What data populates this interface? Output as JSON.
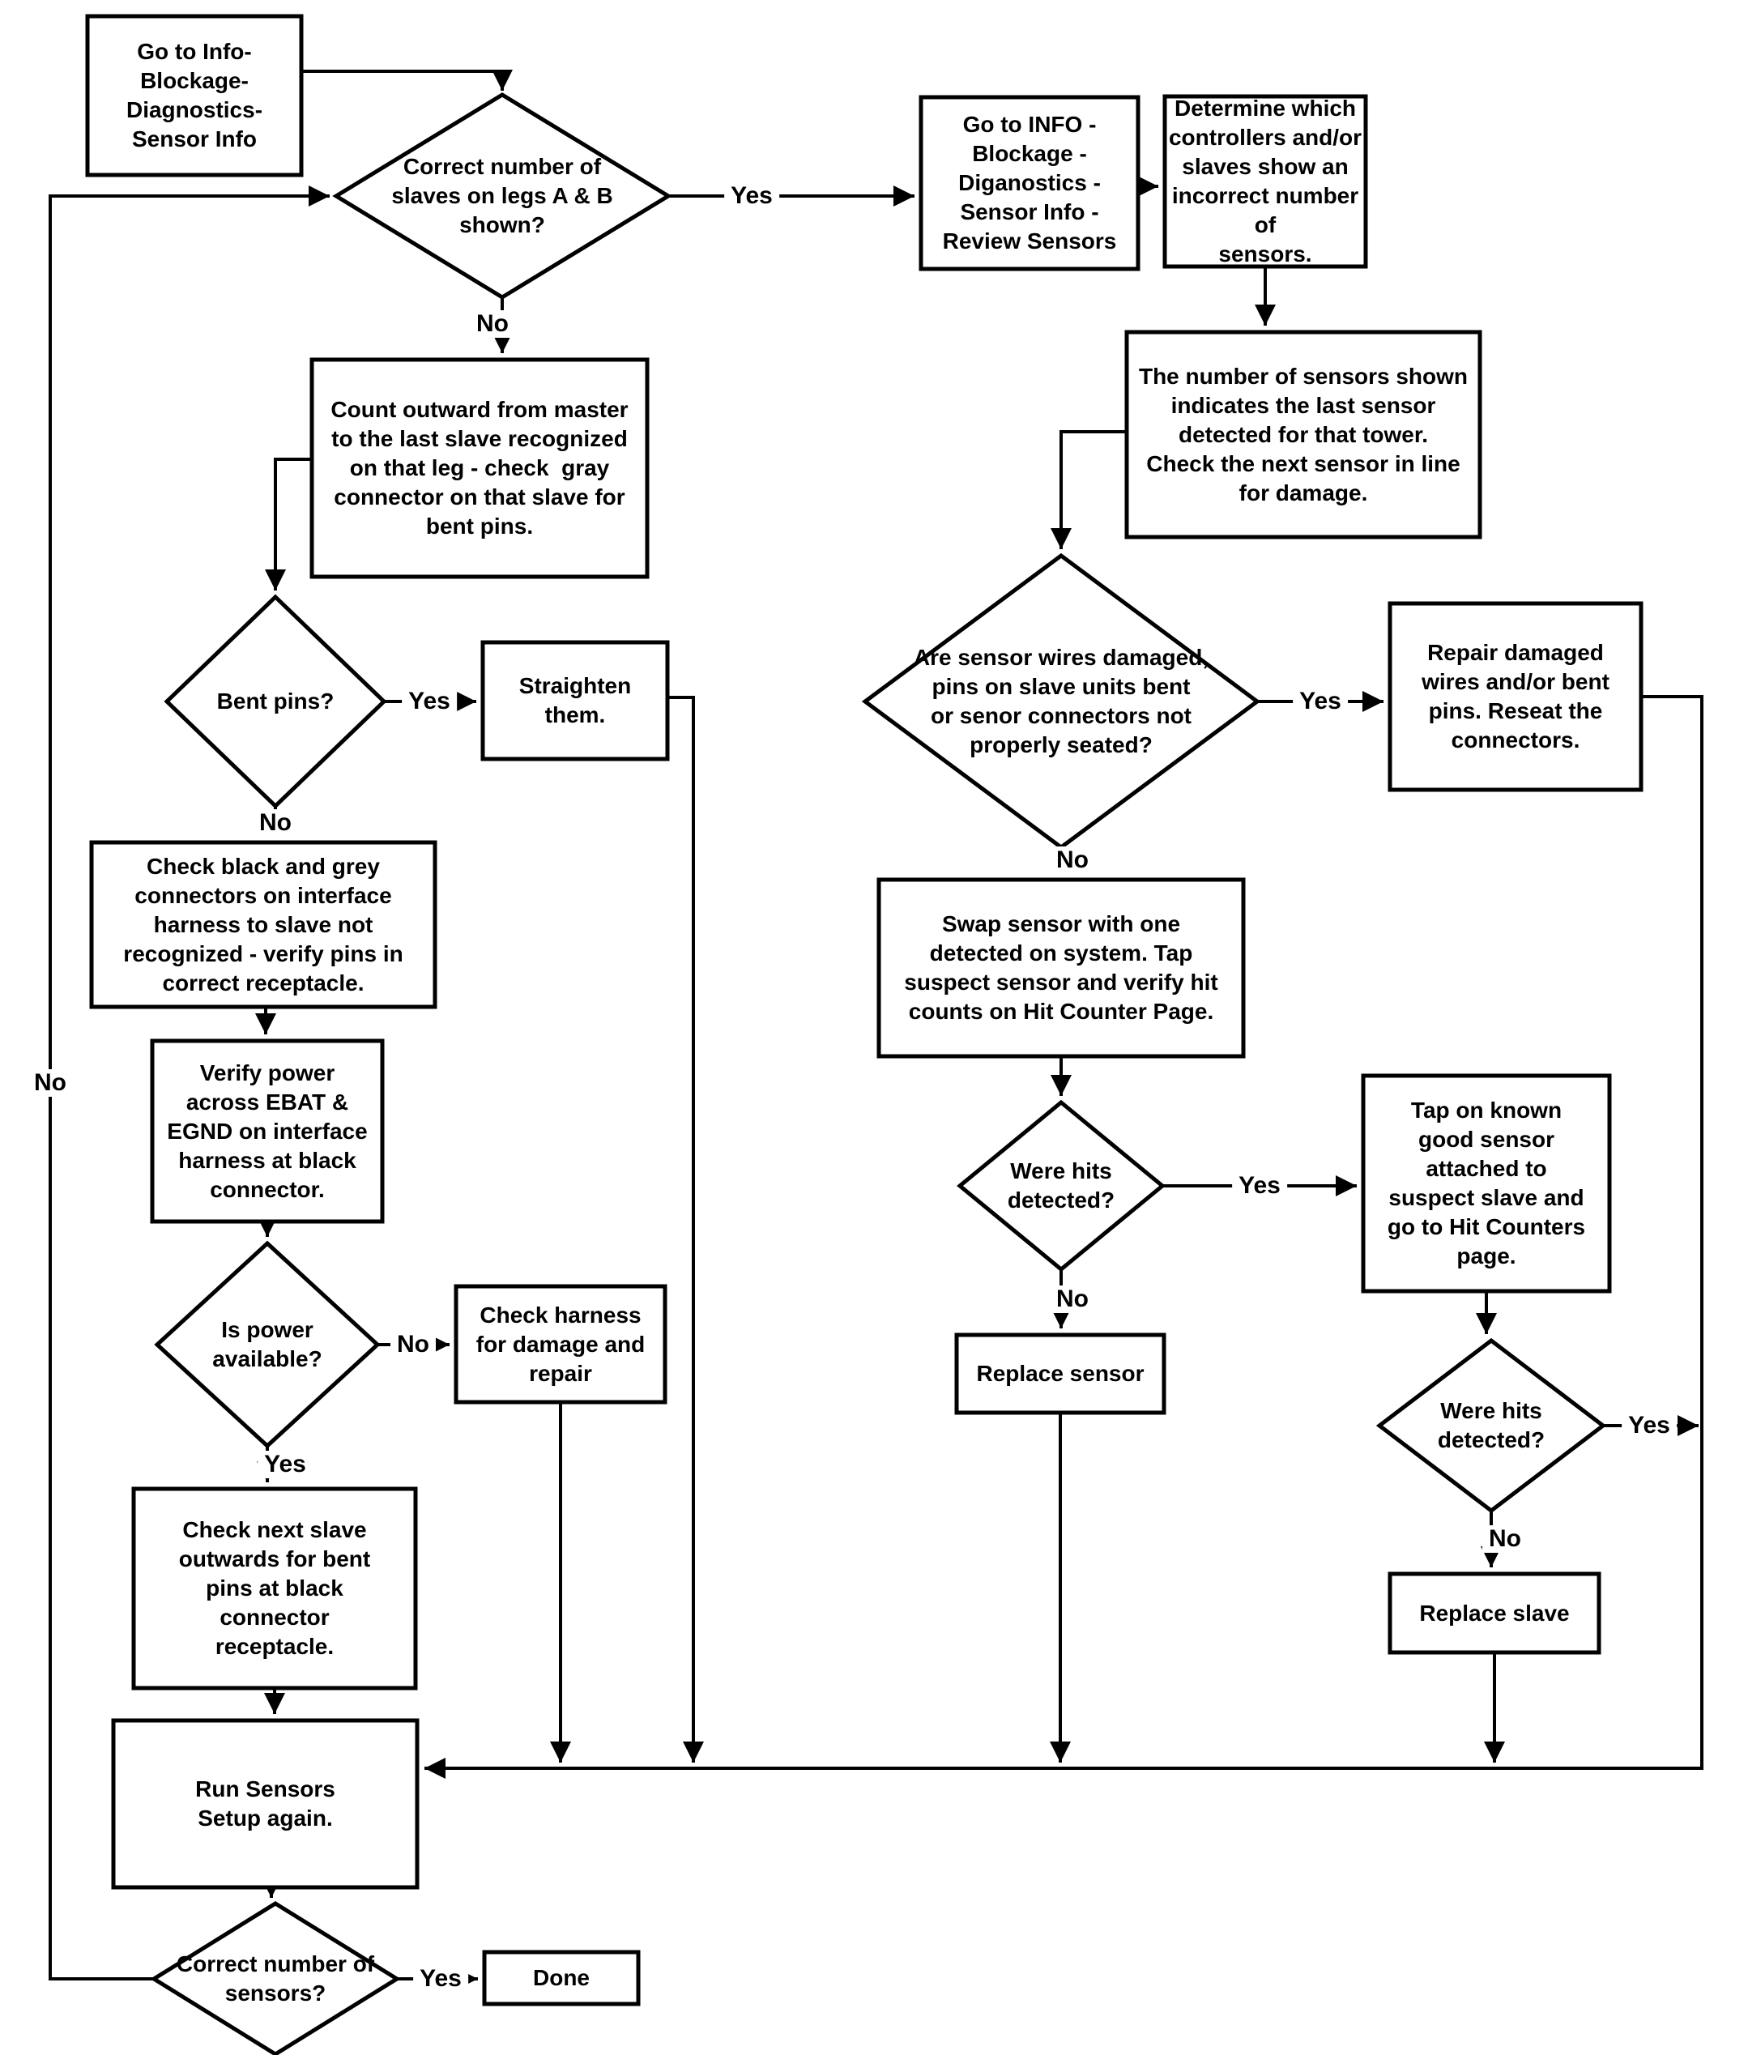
{
  "diagram": {
    "title": "Sensor diagnostics troubleshooting flowchart",
    "colors": {
      "line": "#000000",
      "background": "#ffffff"
    },
    "nodes": {
      "go_to_info": {
        "type": "process",
        "label": "Go to Info-\nBlockage-\nDiagnostics-\nSensor Info"
      },
      "correct_slaves": {
        "type": "decision",
        "label": "Correct number of\nslaves on legs A & B\nshown?"
      },
      "go_to_info_review": {
        "type": "process",
        "label": "Go to INFO -\nBlockage -\nDiganostics -\nSensor Info -\nReview Sensors"
      },
      "determine_which": {
        "type": "process",
        "label": "Determine which\ncontrollers and/or\nslaves show an\nincorrect number of\nsensors."
      },
      "number_of_sensors": {
        "type": "process",
        "label": "The number of sensors shown\nindicates the last sensor\ndetected for that tower.\nCheck the next sensor in line\nfor damage."
      },
      "count_outward": {
        "type": "process",
        "label": "Count outward from master\nto the last slave recognized\non that leg - check  gray\nconnector on that slave for\nbent pins."
      },
      "bent_pins": {
        "type": "decision",
        "label": "Bent pins?"
      },
      "straighten": {
        "type": "process",
        "label": "Straighten\nthem."
      },
      "check_black_grey": {
        "type": "process",
        "label": "Check black and grey\nconnectors on interface\nharness to slave not\nrecognized - verify pins in\ncorrect receptacle."
      },
      "verify_power": {
        "type": "process",
        "label": "Verify power\nacross EBAT &\nEGND on interface\nharness at black\nconnector."
      },
      "power_available": {
        "type": "decision",
        "label": "Is power\navailable?"
      },
      "check_harness": {
        "type": "process",
        "label": "Check harness\nfor damage and\nrepair"
      },
      "check_next_slave": {
        "type": "process",
        "label": "Check next slave\noutwards for bent\npins at black\nconnector\nreceptacle."
      },
      "run_sensors": {
        "type": "process",
        "label": "Run Sensors\nSetup again."
      },
      "correct_sensors": {
        "type": "decision",
        "label": "Correct number of\nsensors?"
      },
      "done": {
        "type": "process",
        "label": "Done"
      },
      "sensor_wires": {
        "type": "decision",
        "label": "Are sensor wires damaged,\npins on slave units bent\nor senor connectors not\nproperly seated?"
      },
      "repair_damaged": {
        "type": "process",
        "label": "Repair damaged\nwires and/or bent\npins. Reseat the\nconnectors."
      },
      "swap_sensor": {
        "type": "process",
        "label": "Swap sensor with one\ndetected on system. Tap\nsuspect sensor and verify hit\ncounts on Hit Counter Page."
      },
      "were_hits_1": {
        "type": "decision",
        "label": "Were hits\ndetected?"
      },
      "tap_known_good": {
        "type": "process",
        "label": "Tap on known\ngood sensor\nattached to\nsuspect slave and\ngo to Hit Counters\npage."
      },
      "replace_sensor": {
        "type": "process",
        "label": "Replace sensor"
      },
      "were_hits_2": {
        "type": "decision",
        "label": "Were hits\ndetected?"
      },
      "replace_slave": {
        "type": "process",
        "label": "Replace slave"
      }
    },
    "edge_labels": {
      "slaves_yes": "Yes",
      "slaves_no": "No",
      "bent_yes": "Yes",
      "bent_no": "No",
      "power_no": "No",
      "power_yes": "Yes",
      "loop_no": "No",
      "sensors_yes": "Yes",
      "wires_yes": "Yes",
      "wires_no": "No",
      "hits1_yes": "Yes",
      "hits1_no": "No",
      "hits2_yes": "Yes",
      "hits2_no": "No"
    }
  }
}
